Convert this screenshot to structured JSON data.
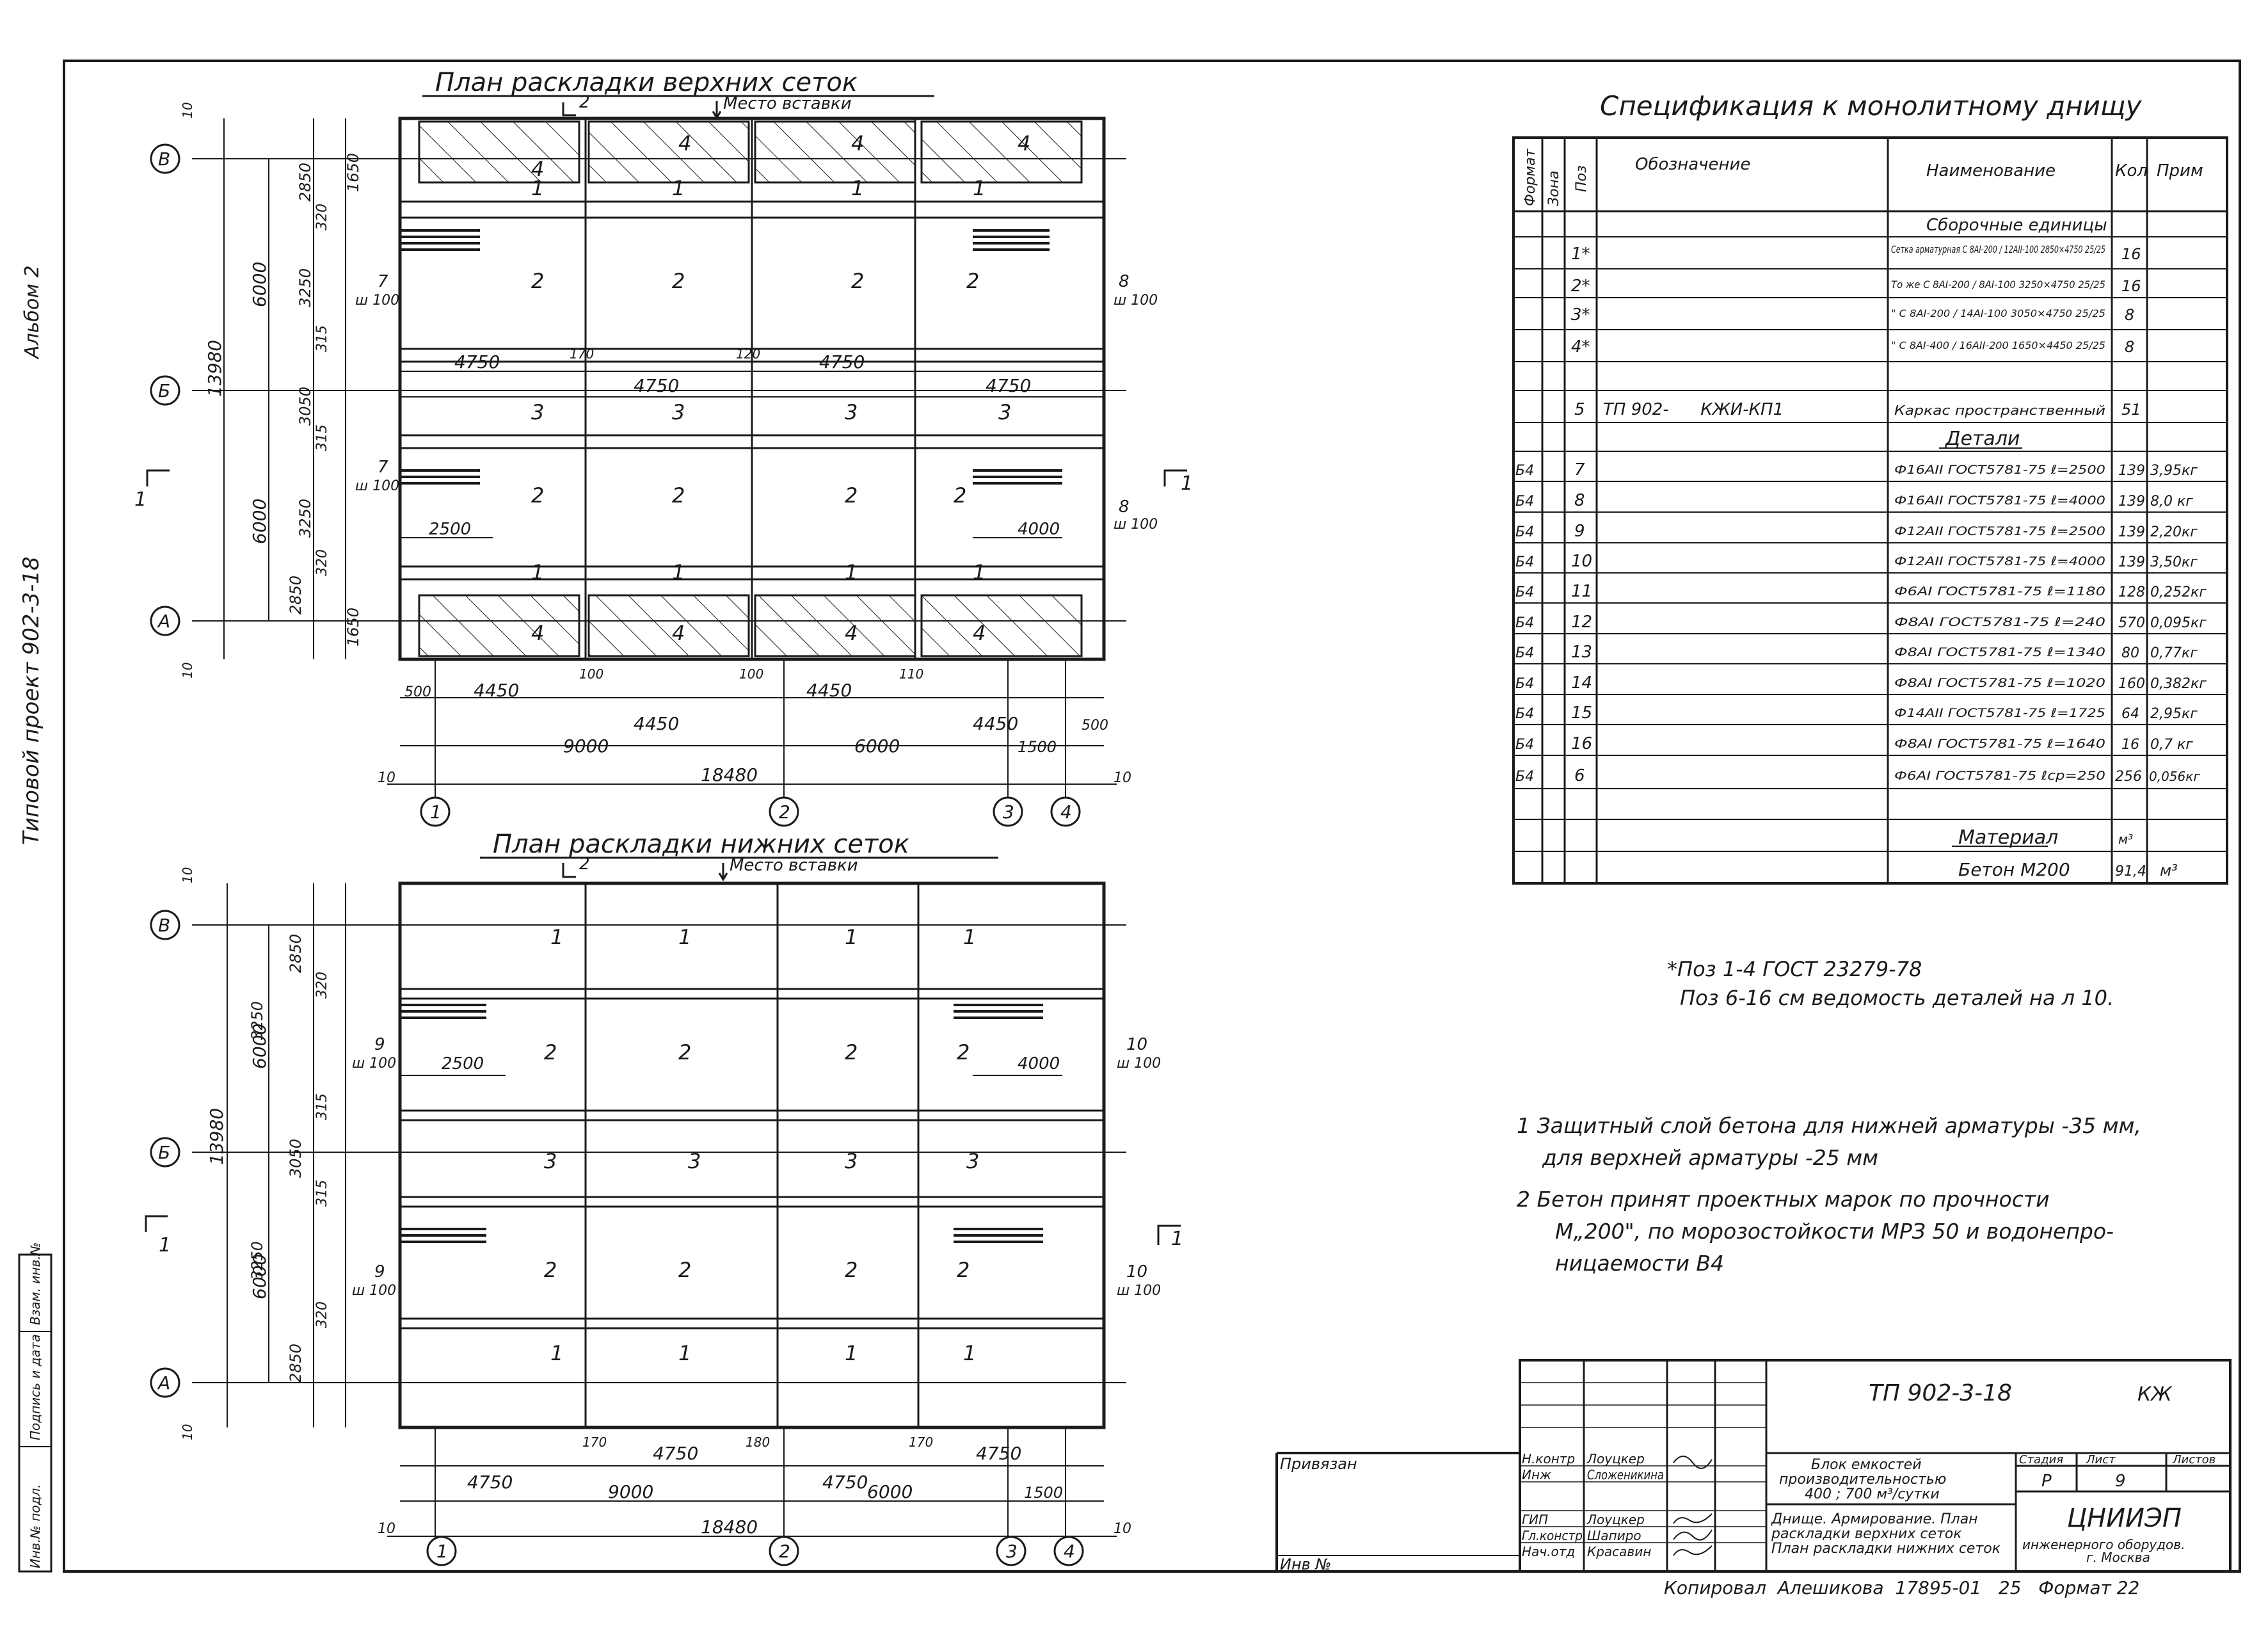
{
  "side_stamp": {
    "series_text": "Типовой проект 902-3-18",
    "album_text": "Альбом 2",
    "inv_fields": [
      "Инв.№ подл.",
      "Подпись и дата",
      "Взам. инв.№"
    ]
  },
  "plan_upper": {
    "title": "План раскладки верхних сеток",
    "insert_note": "Место вставки",
    "insert_mark": "2",
    "axes_rows": [
      "В",
      "Б",
      "А"
    ],
    "axes_cols": [
      "1",
      "2",
      "3",
      "4"
    ],
    "cuts": [
      "1",
      "1"
    ],
    "left_dims": [
      "1650",
      "2850",
      "320",
      "3250",
      "315",
      "3050",
      "315",
      "3250",
      "320",
      "2850",
      "1650"
    ],
    "left_dims2": [
      "6000",
      "6000"
    ],
    "total_height": "13980",
    "edge_dims": [
      "10",
      "10"
    ],
    "row_dims": [
      "4750",
      "170",
      "120",
      "4750",
      "4750",
      "4750"
    ],
    "rebar_left": [
      {
        "pos": "7",
        "step": "ш 100"
      },
      {
        "pos": "7",
        "step": "ш 100"
      }
    ],
    "rebar_right": [
      {
        "pos": "8",
        "step": "ш 100"
      },
      {
        "pos": "8",
        "step": "ш 100"
      }
    ],
    "rebar_len_left": "2500",
    "rebar_len_right": "4000",
    "bottom_dims": [
      "500",
      "4450",
      "100",
      "4450",
      "100",
      "4450",
      "110",
      "4450",
      "500"
    ],
    "bottom_dims2": [
      "9000",
      "6000",
      "1500"
    ],
    "total_width": "18480",
    "mesh_marks": {
      "r1": "4",
      "r2": "1",
      "r3": "2",
      "r4": "3",
      "r5": "2",
      "r6": "1",
      "r7": "4"
    }
  },
  "plan_lower": {
    "title": "План раскладки нижних сеток",
    "insert_note": "Место вставки",
    "insert_mark": "2",
    "left_dims": [
      "2850",
      "320",
      "3250",
      "315",
      "3050",
      "315",
      "3250",
      "320",
      "2850"
    ],
    "left_dims2": [
      "6000",
      "6000"
    ],
    "total_height": "13980",
    "rebar_left": [
      {
        "pos": "9",
        "step": "ш 100"
      },
      {
        "pos": "9",
        "step": "ш 100"
      }
    ],
    "rebar_right": [
      {
        "pos": "10",
        "step": "ш 100"
      },
      {
        "pos": "10",
        "step": "ш 100"
      }
    ],
    "rebar_len_left": "2500",
    "rebar_len_right": "4000",
    "bottom_dims": [
      "4750",
      "170",
      "4750",
      "180",
      "4750",
      "170",
      "4750"
    ],
    "bottom_dims2": [
      "9000",
      "6000",
      "1500"
    ],
    "total_width": "18480"
  },
  "spec": {
    "title": "Спецификация к монолитному днищу",
    "headers": [
      "Формат",
      "Зона",
      "Поз",
      "Обозначение",
      "Наименование",
      "Кол",
      "Прим"
    ],
    "section_assembly": "Сборочные единицы",
    "rows": [
      {
        "fmt": "",
        "pos": "1*",
        "desig": "",
        "name": "Сетка арматурная С 8AI-200 / 12AII-100 2850×4750 25/25",
        "qty": "16",
        "note": ""
      },
      {
        "fmt": "",
        "pos": "2*",
        "desig": "",
        "name": "То же С 8AI-200 / 8AI-100 3250×4750 25/25",
        "qty": "16",
        "note": ""
      },
      {
        "fmt": "",
        "pos": "3*",
        "desig": "",
        "name": "\" С 8AI-200 / 14AI-100 3050×4750 25/25",
        "qty": "8",
        "note": ""
      },
      {
        "fmt": "",
        "pos": "4*",
        "desig": "",
        "name": "\" С 8AI-400 / 16AII-200 1650×4450 25/25",
        "qty": "8",
        "note": ""
      },
      {
        "fmt": "",
        "pos": "5",
        "desig": "ТП 902-      КЖИ-КП1",
        "name": "Каркас пространственный",
        "qty": "51",
        "note": ""
      }
    ],
    "section_details": "Детали",
    "details": [
      {
        "fmt": "Б4",
        "pos": "7",
        "name": "Ф16АII ГОСТ5781-75 ℓ=2500",
        "qty": "139",
        "note": "3,95кг"
      },
      {
        "fmt": "Б4",
        "pos": "8",
        "name": "Ф16АII ГОСТ5781-75 ℓ=4000",
        "qty": "139",
        "note": "8,0 кг"
      },
      {
        "fmt": "Б4",
        "pos": "9",
        "name": "Ф12АII ГОСТ5781-75 ℓ=2500",
        "qty": "139",
        "note": "2,20кг"
      },
      {
        "fmt": "Б4",
        "pos": "10",
        "name": "Ф12АII ГОСТ5781-75 ℓ=4000",
        "qty": "139",
        "note": "3,50кг"
      },
      {
        "fmt": "Б4",
        "pos": "11",
        "name": "Ф6АI ГОСТ5781-75 ℓ=1180",
        "qty": "128",
        "note": "0,252кг"
      },
      {
        "fmt": "Б4",
        "pos": "12",
        "name": "Ф8АI ГОСТ5781-75 ℓ=240",
        "qty": "570",
        "note": "0,095кг"
      },
      {
        "fmt": "Б4",
        "pos": "13",
        "name": "Ф8АI ГОСТ5781-75 ℓ=1340",
        "qty": "80",
        "note": "0,77кг"
      },
      {
        "fmt": "Б4",
        "pos": "14",
        "name": "Ф8АI ГОСТ5781-75 ℓ=1020",
        "qty": "160",
        "note": "0,382кг"
      },
      {
        "fmt": "Б4",
        "pos": "15",
        "name": "Ф14АII ГОСТ5781-75 ℓ=1725",
        "qty": "64",
        "note": "2,95кг"
      },
      {
        "fmt": "Б4",
        "pos": "16",
        "name": "Ф8АI ГОСТ5781-75 ℓ=1640",
        "qty": "16",
        "note": "0,7 кг"
      },
      {
        "fmt": "Б4",
        "pos": "6",
        "name": "Ф6АI ГОСТ5781-75 ℓср=250",
        "qty": "256",
        "note": "0,056кг"
      }
    ],
    "section_materials": "Материал",
    "material": {
      "name": "Бетон М200",
      "unit_hdr": "м³",
      "qty": "91,4",
      "note": "м³"
    }
  },
  "footnote": [
    "*Поз 1-4  ГОСТ 23279-78",
    "Поз 6-16 см ведомость деталей на л 10."
  ],
  "notes": [
    "1 Защитный слой бетона для нижней арматуры -35 мм,",
    "для верхней арматуры -25 мм",
    "2 Бетон принят проектных марок по прочности",
    "М„200\", по морозостойкости МРЗ 50 и водонепро-",
    "ницаемости В4"
  ],
  "title_block": {
    "code": "ТП 902-3-18",
    "mark": "КЖ",
    "privyazan": "Привязан",
    "inv": "Инв №",
    "roles": [
      {
        "role": "Н.контр",
        "name": "Лоуцкер"
      },
      {
        "role": "Инж",
        "name": "Сложеникина"
      },
      {
        "role": "ГИП",
        "name": "Лоуцкер"
      },
      {
        "role": "Гл.констр",
        "name": "Шапиро"
      },
      {
        "role": "Нач.отд",
        "name": "Красавин"
      }
    ],
    "object_lines": [
      "Блок емкостей",
      "производительностью",
      "400 ; 700 м³/сутки"
    ],
    "sheet_lines": [
      "Днище. Армирование. План",
      "раскладки верхних сеток",
      "План раскладки нижних сеток"
    ],
    "stage_hdr": "Стадия",
    "sheet_hdr": "Лист",
    "sheets_hdr": "Листов",
    "stage": "Р",
    "sheet": "9",
    "org_logo": "ЦНИИЭП",
    "org_lines": [
      "инженерного оборудов.",
      "г. Москва"
    ],
    "bottom_line": "Копировал  Алешикова  17895-01   25   Формат 22"
  }
}
